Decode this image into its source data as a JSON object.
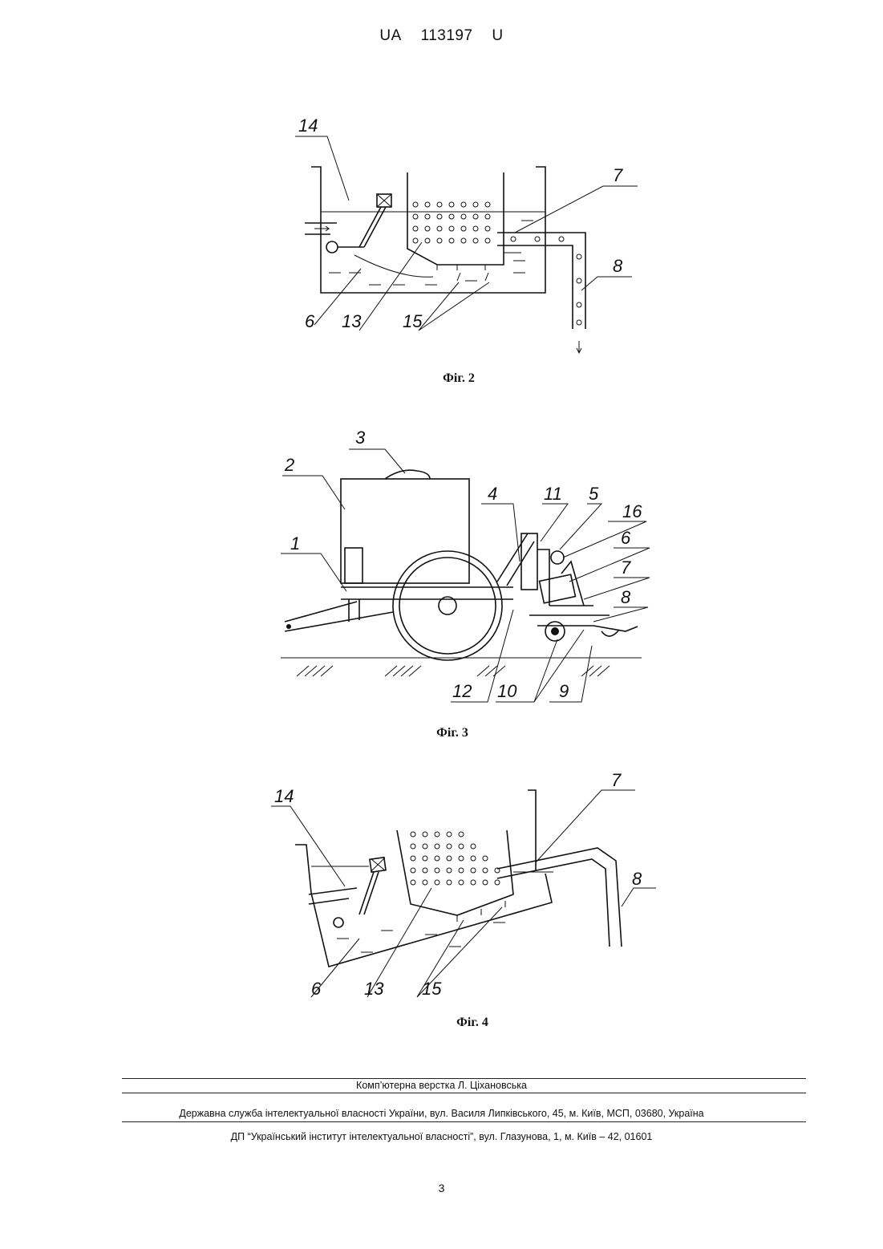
{
  "header": {
    "country": "UA",
    "number": "113197",
    "kind": "U"
  },
  "figures": [
    {
      "caption": "Фіг. 2",
      "labels": {
        "l14": "14",
        "l7": "7",
        "l8": "8",
        "l6": "6",
        "l13": "13",
        "l15": "15"
      }
    },
    {
      "caption": "Фіг. 3",
      "labels": {
        "l3": "3",
        "l2": "2",
        "l1": "1",
        "l4": "4",
        "l11": "11",
        "l5": "5",
        "l16": "16",
        "l6": "6",
        "l7": "7",
        "l8": "8",
        "l12": "12",
        "l10": "10",
        "l9": "9"
      }
    },
    {
      "caption": "Фіг. 4",
      "labels": {
        "l14": "14",
        "l7": "7",
        "l8": "8",
        "l6": "6",
        "l13": "13",
        "l15": "15"
      }
    }
  ],
  "footer": {
    "line1": "Комп’ютерна верстка Л. Ціхановська",
    "line2": "Державна служба інтелектуальної власності України, вул. Василя Липківського, 45, м. Київ, МСП, 03680, Україна",
    "line3": "ДП “Український інститут інтелектуальної власності”, вул. Глазунова, 1, м. Київ – 42, 01601"
  },
  "page_number": "3"
}
